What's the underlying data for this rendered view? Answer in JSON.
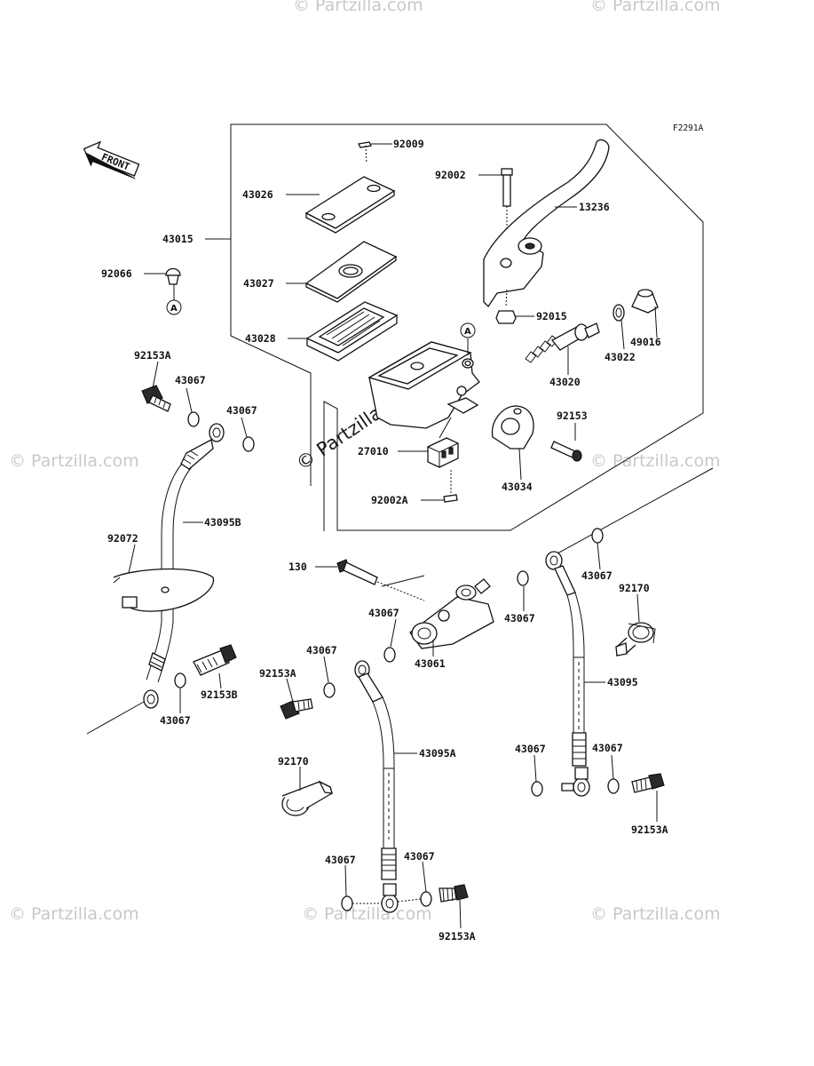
{
  "diagram": {
    "code": "F2291A",
    "front_label": "FRONT",
    "ref_marker": "A",
    "watermark": "© Partzilla.com",
    "watermark_center": "© Partzilla.com"
  },
  "parts": [
    {
      "id": "p92009",
      "label": "92009"
    },
    {
      "id": "p92002",
      "label": "92002"
    },
    {
      "id": "p13236",
      "label": "13236"
    },
    {
      "id": "p43026",
      "label": "43026"
    },
    {
      "id": "p43015",
      "label": "43015"
    },
    {
      "id": "p92066",
      "label": "92066"
    },
    {
      "id": "p43027",
      "label": "43027"
    },
    {
      "id": "p92015",
      "label": "92015"
    },
    {
      "id": "p49016",
      "label": "49016"
    },
    {
      "id": "p43028",
      "label": "43028"
    },
    {
      "id": "p43022",
      "label": "43022"
    },
    {
      "id": "p92153A_1",
      "label": "92153A"
    },
    {
      "id": "p43020",
      "label": "43020"
    },
    {
      "id": "p43067_1",
      "label": "43067"
    },
    {
      "id": "p43067_2",
      "label": "43067"
    },
    {
      "id": "p92153",
      "label": "92153"
    },
    {
      "id": "p27010",
      "label": "27010"
    },
    {
      "id": "p43034",
      "label": "43034"
    },
    {
      "id": "p92002A",
      "label": "92002A"
    },
    {
      "id": "p43095B",
      "label": "43095B"
    },
    {
      "id": "p92072",
      "label": "92072"
    },
    {
      "id": "p130",
      "label": "130"
    },
    {
      "id": "p43067_3",
      "label": "43067"
    },
    {
      "id": "p92170_1",
      "label": "92170"
    },
    {
      "id": "p43067_4",
      "label": "43067"
    },
    {
      "id": "p43067_5",
      "label": "43067"
    },
    {
      "id": "p43067_6",
      "label": "43067"
    },
    {
      "id": "p43061",
      "label": "43061"
    },
    {
      "id": "p92153A_2",
      "label": "92153A"
    },
    {
      "id": "p92153B",
      "label": "92153B"
    },
    {
      "id": "p43095",
      "label": "43095"
    },
    {
      "id": "p43067_7",
      "label": "43067"
    },
    {
      "id": "p43095A",
      "label": "43095A"
    },
    {
      "id": "p43067_8",
      "label": "43067"
    },
    {
      "id": "p43067_9",
      "label": "43067"
    },
    {
      "id": "p92170_2",
      "label": "92170"
    },
    {
      "id": "p92153A_3",
      "label": "92153A"
    },
    {
      "id": "p43067_10",
      "label": "43067"
    },
    {
      "id": "p43067_11",
      "label": "43067"
    },
    {
      "id": "p92153A_4",
      "label": "92153A"
    }
  ]
}
